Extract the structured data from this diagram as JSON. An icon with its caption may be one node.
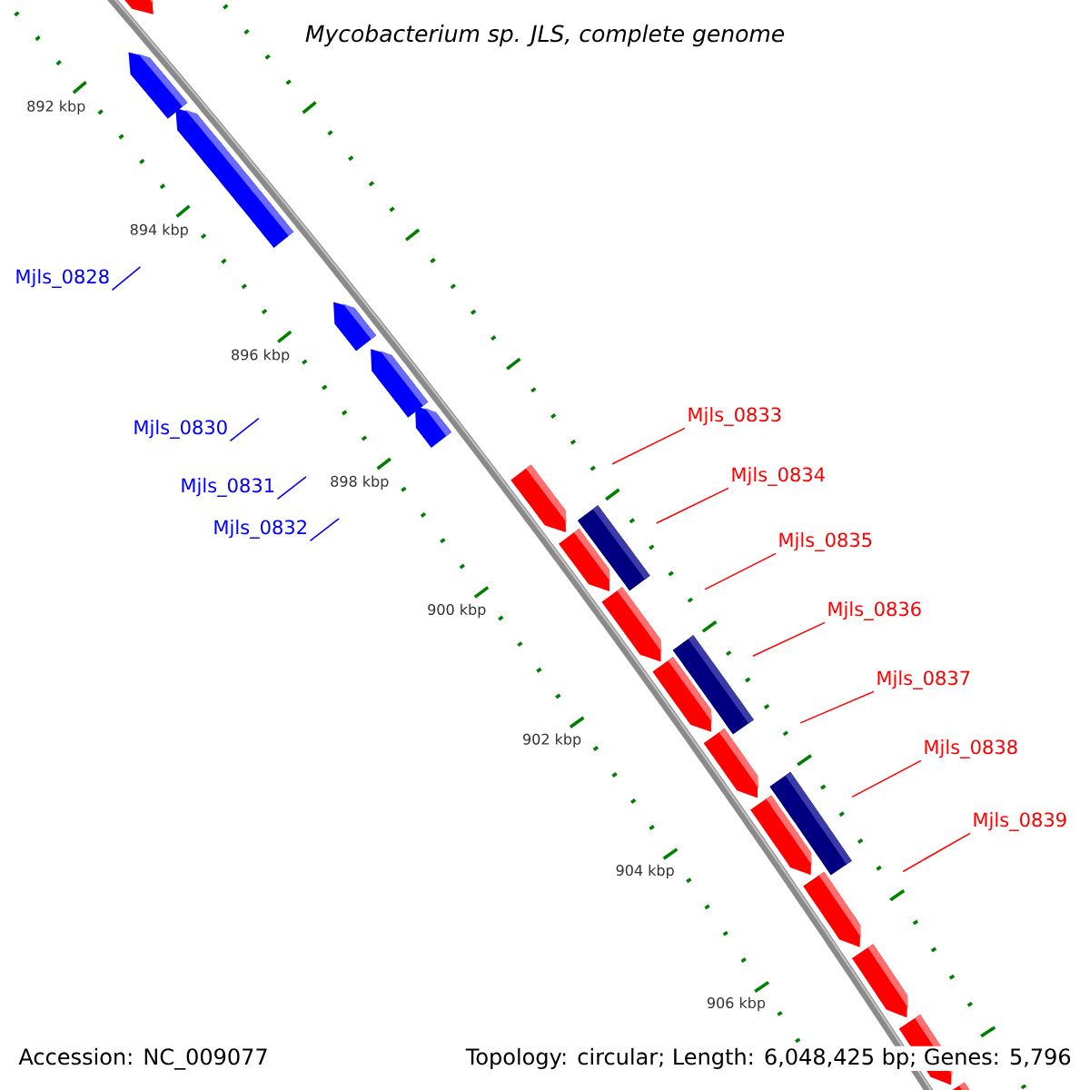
{
  "diagram": {
    "title": "Mycobacterium sp. JLS, complete genome",
    "nodes": [
      {
        "text": [
          "Mjls_0828"
        ]
      },
      {
        "text": [
          "Mjls_0830"
        ]
      },
      {
        "text": [
          "Mjls_0831"
        ]
      },
      {
        "text": [
          "Mjls_0832"
        ]
      },
      {
        "text": [
          "Mjls_0833"
        ]
      },
      {
        "text": [
          "Mjls_0834"
        ]
      },
      {
        "text": [
          "Mjls_0835"
        ]
      },
      {
        "text": [
          "Mjls_0836"
        ]
      },
      {
        "text": [
          "Mjls_0837"
        ]
      },
      {
        "text": [
          "Mjls_0838"
        ]
      },
      {
        "text": [
          "Mjls_0839"
        ]
      }
    ],
    "edges": [
      {
        "from": 0,
        "to": null,
        "arrow": "none",
        "color": "#0000ff"
      },
      {
        "from": 1,
        "to": null,
        "arrow": "none",
        "color": "#0000ff"
      },
      {
        "from": 2,
        "to": null,
        "arrow": "none",
        "color": "#0000ff"
      },
      {
        "from": 3,
        "to": null,
        "arrow": "none",
        "color": "#0000ff"
      },
      {
        "from": 4,
        "to": null,
        "arrow": "none"
      },
      {
        "from": 5,
        "to": null,
        "arrow": "none"
      },
      {
        "from": 6,
        "to": null,
        "arrow": "none"
      },
      {
        "from": 7,
        "to": null,
        "arrow": "none"
      },
      {
        "from": 8,
        "to": null,
        "arrow": "none"
      },
      {
        "from": 9,
        "to": null,
        "arrow": "none"
      },
      {
        "from": 10,
        "to": null,
        "arrow": "none"
      }
    ],
    "labels": [
      "892 kbp",
      "894 kbp",
      "896 kbp",
      "898 kbp",
      "900 kbp",
      "902 kbp",
      "904 kbp",
      "906 kbp",
      "Accession: NC_009077",
      "Topology: circular; Length: 6,048,425 bp; Genes: 5,796"
    ]
  }
}
